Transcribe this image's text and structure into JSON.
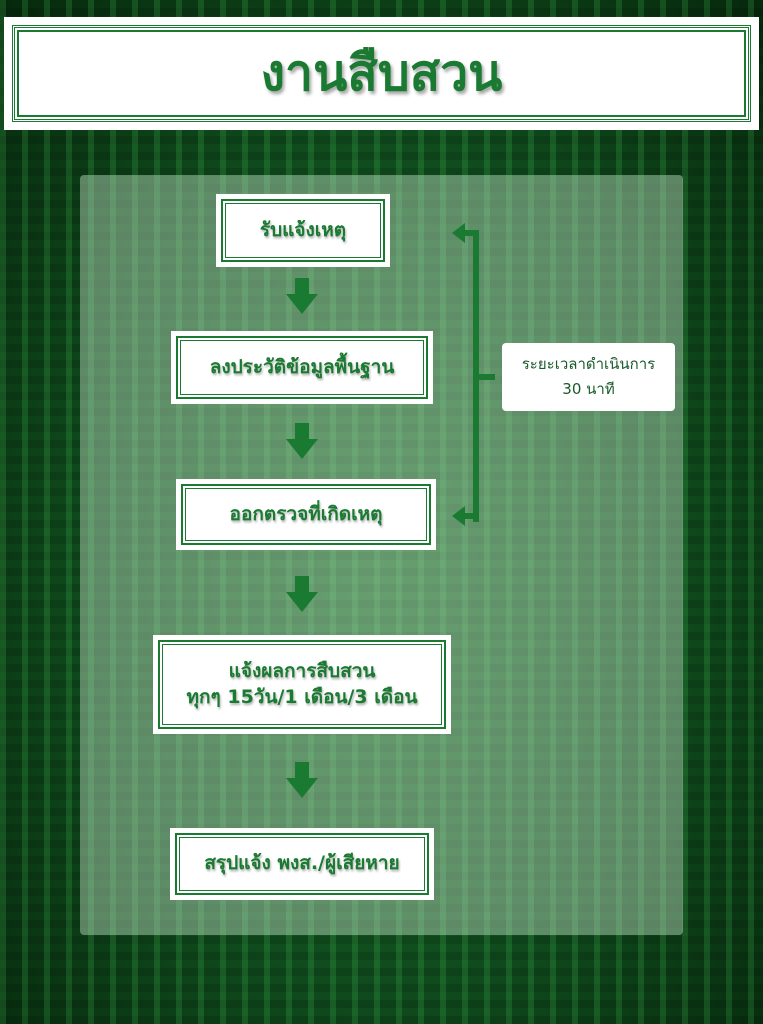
{
  "title": "งานสืบสวน",
  "steps": [
    {
      "lines": [
        "รับแจ้งเหตุ"
      ]
    },
    {
      "lines": [
        "ลงประวัติข้อมูลพื้นฐาน"
      ]
    },
    {
      "lines": [
        "ออกตรวจที่เกิดเหตุ"
      ]
    },
    {
      "lines": [
        "แจ้งผลการสืบสวน",
        "ทุกๆ 15วัน/1 เดือน/3 เดือน"
      ]
    },
    {
      "lines": [
        "สรุปแจ้ง พงส./ผู้เสียหาย"
      ]
    }
  ],
  "duration": {
    "label": "ระยะเวลาดำเนินการ",
    "value": "30 นาที"
  },
  "colors": {
    "accent": "#1a7a32"
  }
}
